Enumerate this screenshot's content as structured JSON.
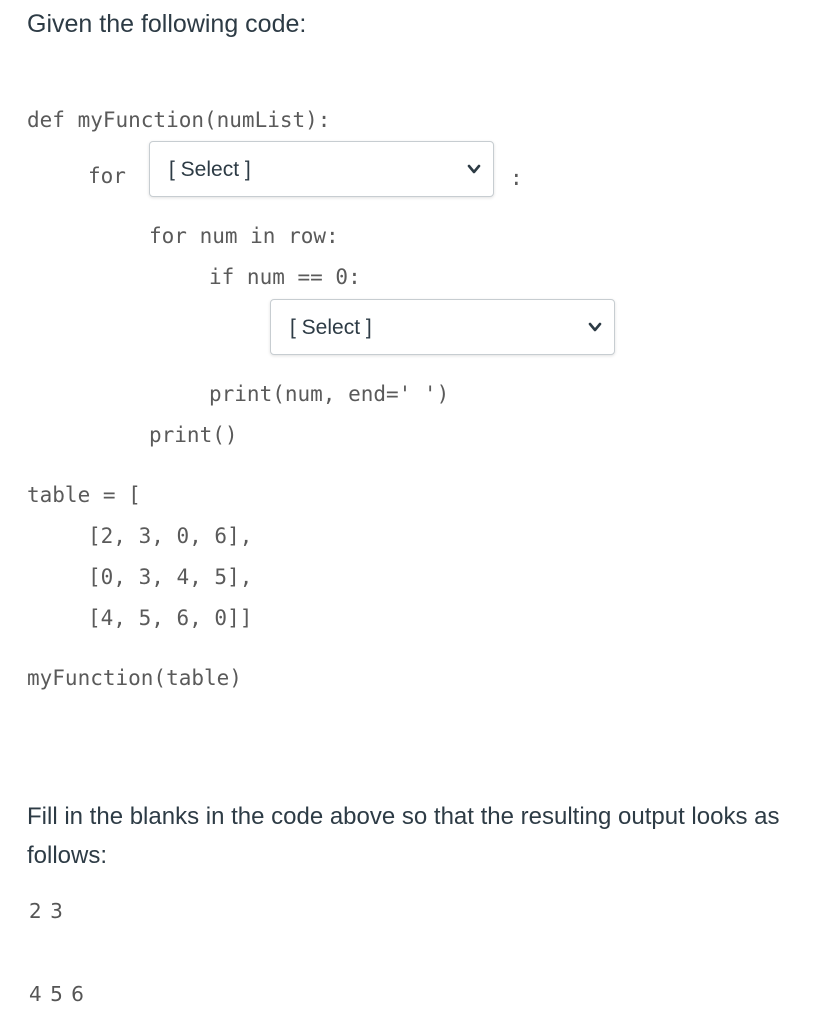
{
  "question": {
    "heading": "Given the following code:",
    "instructions": "Fill in the blanks in the code above so that the resulting output looks as follows:"
  },
  "code": {
    "def_line": "def myFunction(numList):",
    "for_keyword": "for",
    "outer_colon": ":",
    "inner_for": "for num in row:",
    "if_line": "if num == 0:",
    "print_line": "print(num, end=' ')",
    "print_empty": "print()",
    "table_line1": "table = [",
    "table_row1": "[2, 3, 0, 6],",
    "table_row2": "[0, 3, 4, 5],",
    "table_row3": "[4, 5, 6, 0]]",
    "call_line": "myFunction(table)"
  },
  "selects": {
    "first": {
      "value": "[ Select ]",
      "icon": "chevron-down-icon"
    },
    "second": {
      "value": "[ Select ]",
      "icon": "chevron-down-icon"
    }
  },
  "output": {
    "line1": "2 3",
    "line2": "4 5 6"
  }
}
